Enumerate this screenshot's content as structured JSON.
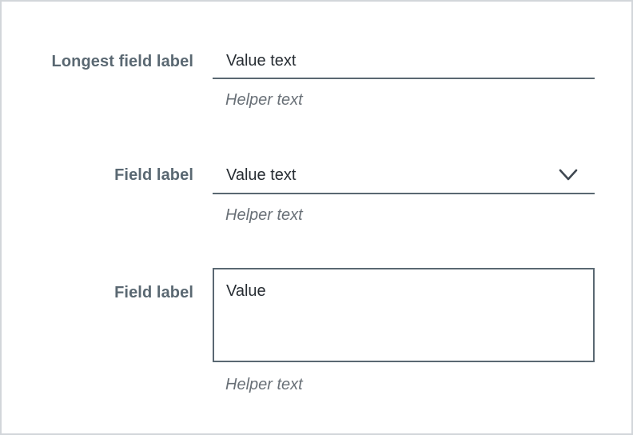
{
  "form": {
    "fields": [
      {
        "type": "text-input",
        "label": "Longest field label",
        "value": "Value text",
        "helper": "Helper text"
      },
      {
        "type": "select",
        "label": "Field label",
        "value": "Value text",
        "helper": "Helper text",
        "icon": "chevron-down-icon"
      },
      {
        "type": "textarea",
        "label": "Field label",
        "value": "Value",
        "helper": "Helper text"
      }
    ]
  },
  "colors": {
    "page_border": "#d2d6da",
    "label": "#5a6872",
    "value_text": "#272d33",
    "field_border": "#5a6872",
    "helper_text": "#697077",
    "chevron": "#3f4851"
  }
}
